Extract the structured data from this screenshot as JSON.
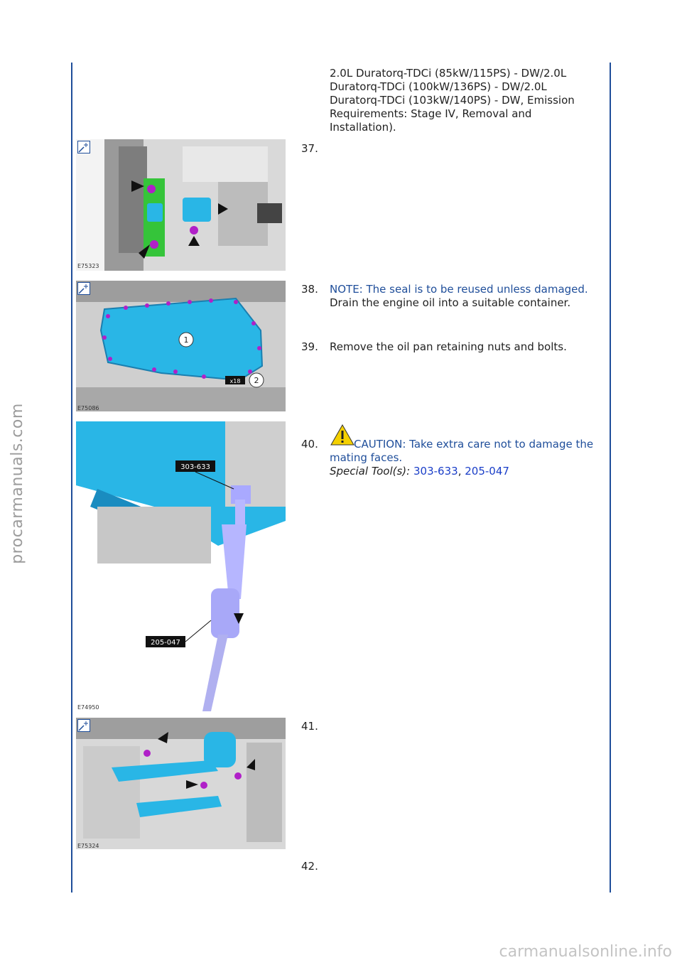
{
  "intro_text": "2.0L Duratorq-TDCi (85kW/115PS) - DW/2.0L Duratorq-TDCi (100kW/136PS) - DW/2.0L Duratorq-TDCi (103kW/140PS) - DW, Emission Requirements: Stage IV, Removal and Installation).",
  "steps": [
    {
      "num": "37.",
      "figure_code": "E75323"
    },
    {
      "num": "38.",
      "note": "NOTE: The seal is to be reused unless damaged.",
      "text": "Drain the engine oil into a suitable container.",
      "figure_code": "E75086",
      "callouts": [
        "1",
        "2",
        "x18"
      ]
    },
    {
      "num": "39.",
      "text": "Remove the oil pan retaining nuts and bolts."
    },
    {
      "num": "40.",
      "caution": "CAUTION: Take extra care not to damage the mating faces.",
      "special_tools_label": "Special Tool(s):",
      "tool1": "303-633",
      "separator": ",",
      "tool2": "205-047",
      "figure_code": "E74950"
    },
    {
      "num": "41.",
      "figure_code": "E75324"
    },
    {
      "num": "42."
    }
  ],
  "watermark_left": "procarmanuals.com",
  "watermark_bottom": "carmanualsonline.info",
  "colors": {
    "rule": "#1f4e9a",
    "note": "#1f4e9a",
    "link": "#1a3ec8",
    "part_highlight": "#29b6e6",
    "fastener": "#b020c8"
  }
}
